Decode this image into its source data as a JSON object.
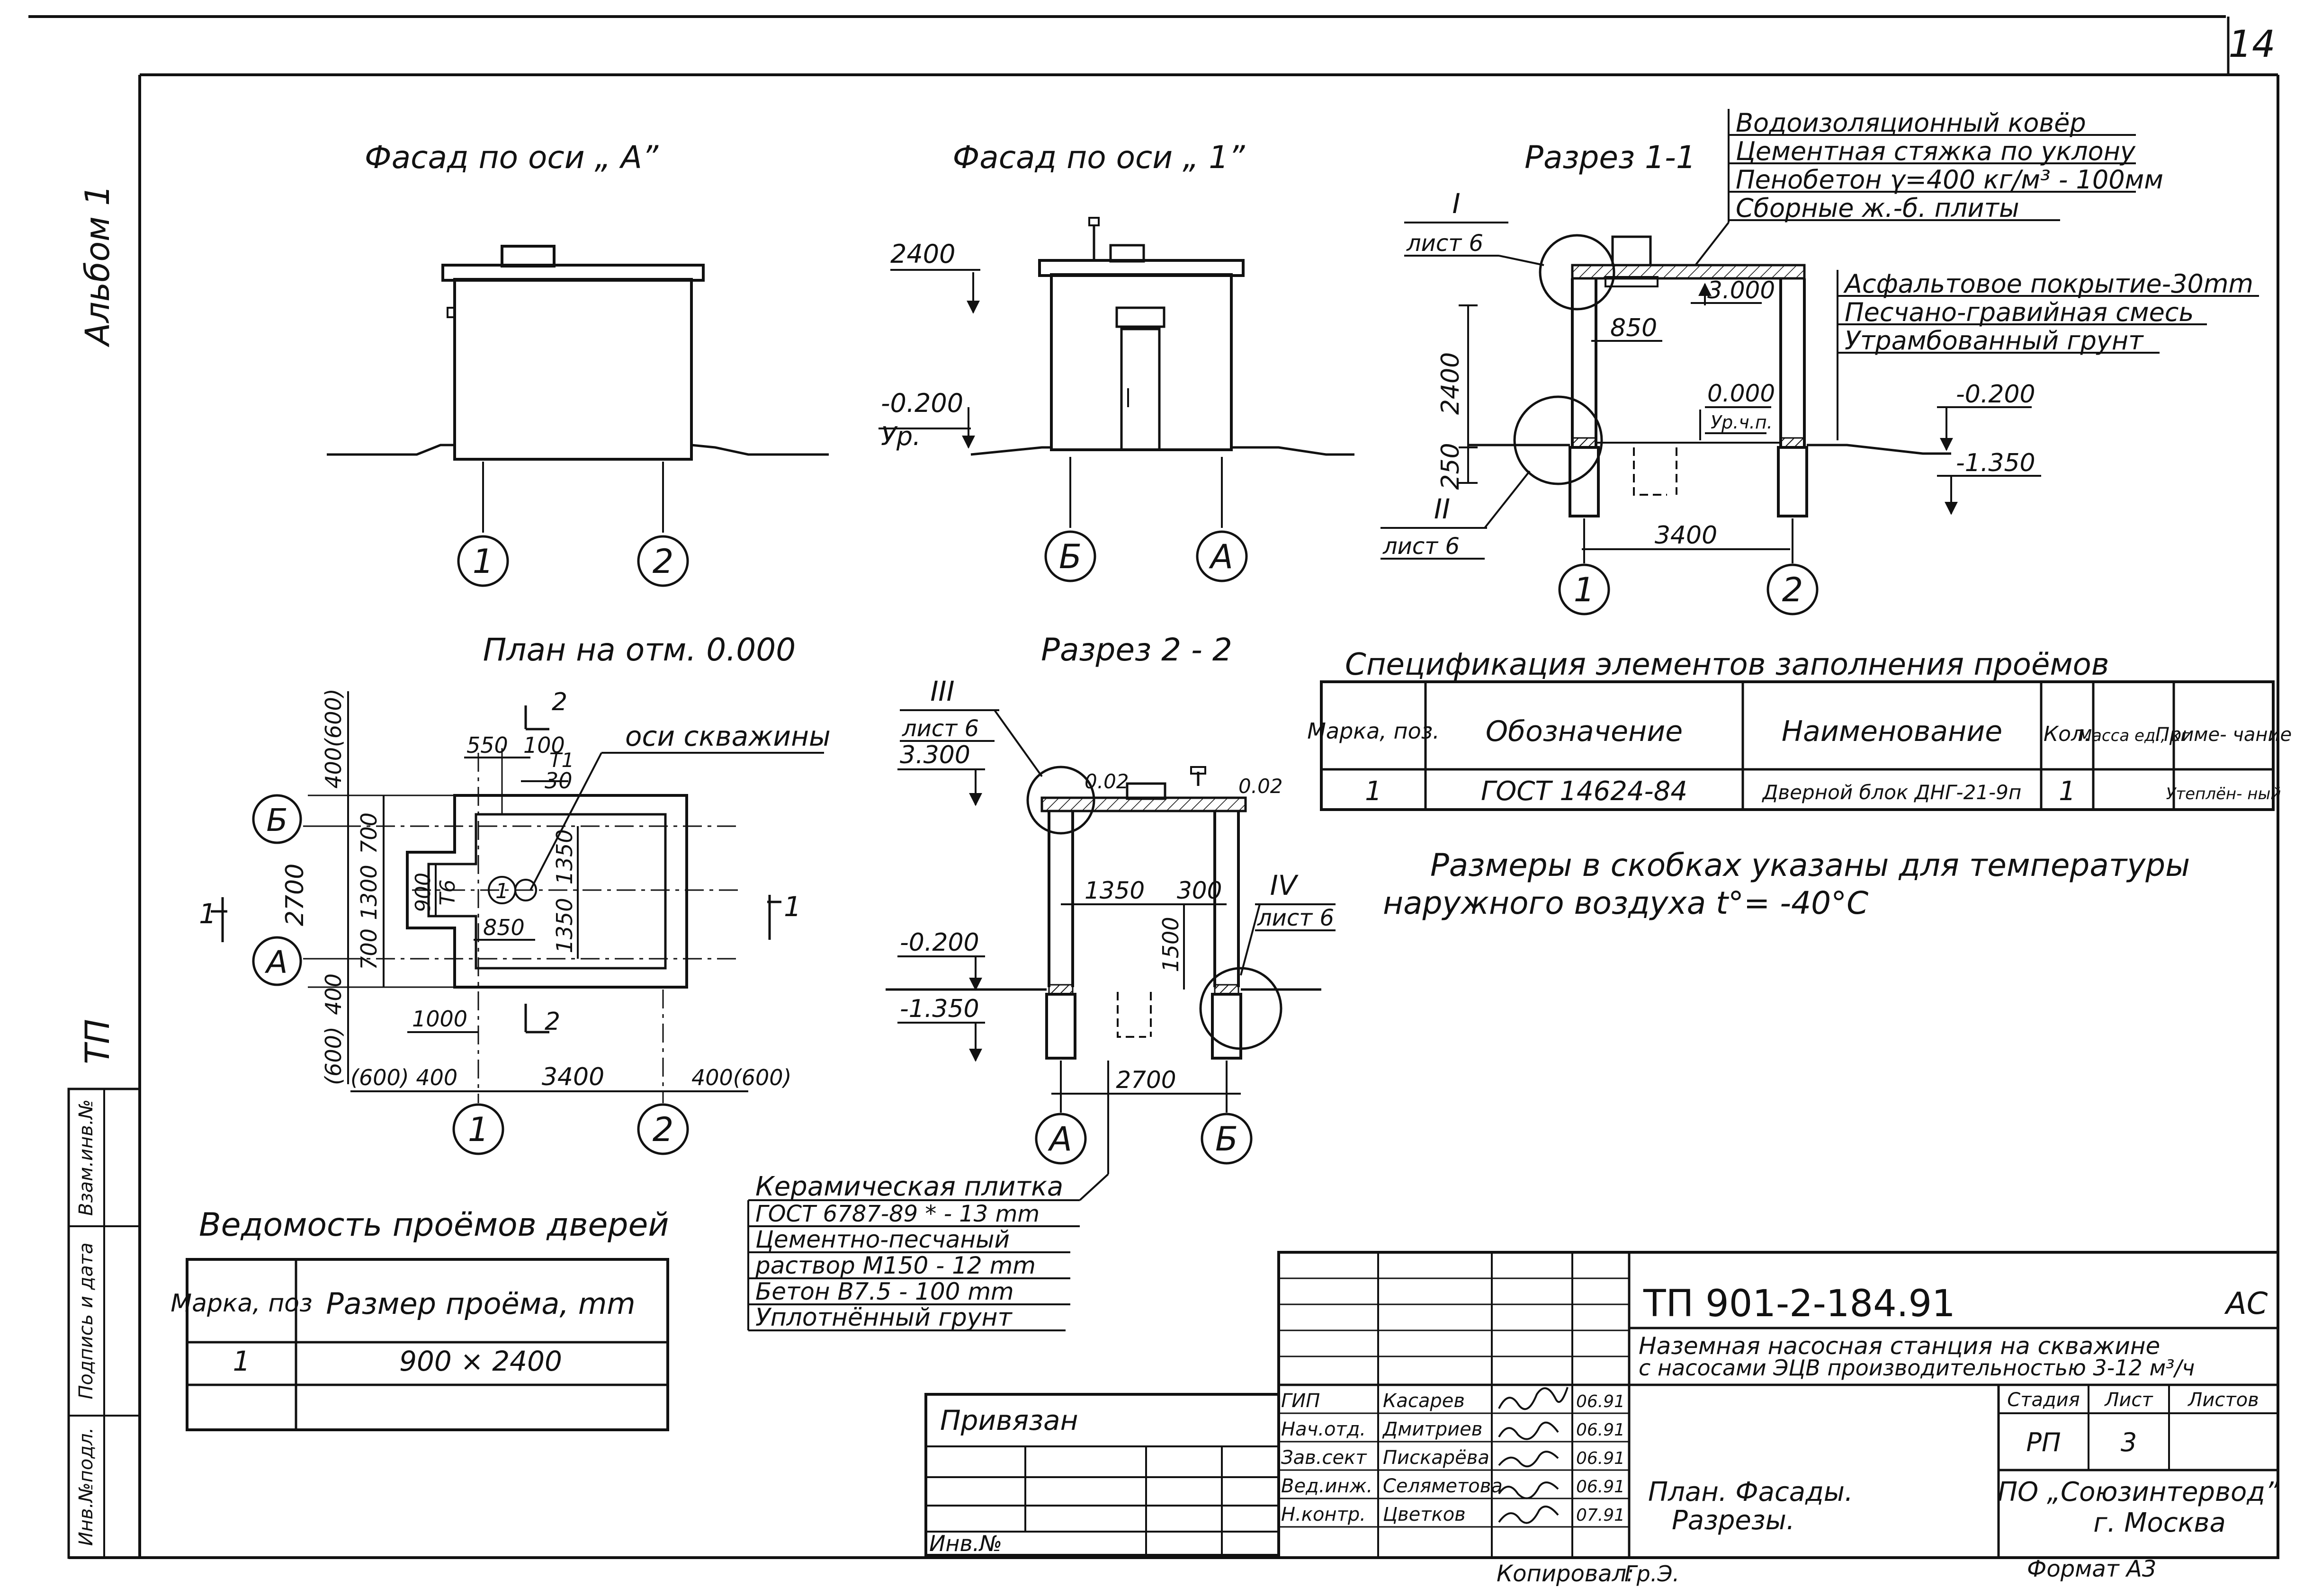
{
  "sheet_number": "14",
  "side_labels": {
    "album": "Альбом 1",
    "series": "ТП"
  },
  "side_stamp": [
    "Инв.№подл.",
    "Подпись и дата",
    "Взам.инв.№"
  ],
  "views": {
    "facade_a": {
      "title": "Фасад по оси „ А”",
      "axes": [
        "1",
        "2"
      ]
    },
    "facade_1": {
      "title": "Фасад по оси „ 1”",
      "dims": [
        "2400",
        "-0.200",
        "Ур."
      ],
      "axes": [
        "Б",
        "А"
      ]
    },
    "section_1_1": {
      "title": "Разрез 1-1",
      "roof_layers": [
        "Водоизоляционный ковёр",
        "Цементная стяжка по уклону",
        "Пенобетон  γ=400 кг/м³ - 100мм",
        "Сборные ж.-б. плиты"
      ],
      "ground_layers": [
        "Асфальтовое покрытие-30mm",
        "Песчано-гравийная смесь",
        "Утрамбованный грунт"
      ],
      "node_refs": [
        {
          "num": "I",
          "sheet": "лист 6"
        },
        {
          "num": "II",
          "sheet": "лист 6"
        }
      ],
      "dims": [
        "3.000",
        "850",
        "2400",
        "250",
        "0.000",
        "Ур.ч.п.",
        "-0.200",
        "-1.350",
        "3400"
      ],
      "axes": [
        "1",
        "2"
      ]
    },
    "plan": {
      "title": "План на отм. 0.000",
      "well_axes_label": "оси скважины",
      "section_marks": [
        "2",
        "1"
      ],
      "dims": [
        "400(600)",
        "550",
        "100",
        "Т1",
        "30",
        "700",
        "2700",
        "1300",
        "900",
        "Т6",
        "1350",
        "1350",
        "700",
        "850",
        "400",
        "1000",
        "(600)",
        "(600) 400",
        "3400",
        "400(600)"
      ],
      "center_axis": "1",
      "axes_rows": [
        "Б",
        "А"
      ],
      "axes": [
        "1",
        "2"
      ]
    },
    "section_2_2": {
      "title": "Разрез 2 - 2",
      "node_refs": [
        {
          "num": "III",
          "sheet": "лист 6"
        },
        {
          "num": "IV",
          "sheet": "лист 6"
        }
      ],
      "dims": [
        "3.300",
        "0.02",
        "0.02",
        "1350",
        "300",
        "1500",
        "-0.200",
        "-1.350",
        "2700"
      ],
      "axes": [
        "А",
        "Б"
      ],
      "floor_layers": [
        "Керамическая плитка",
        "ГОСТ 6787-89 * - 13 mm",
        "Цементно-песчаный",
        "раствор М150 - 12 mm",
        "Бетон В7.5  - 100 mm",
        "Уплотнённый грунт"
      ]
    }
  },
  "spec": {
    "title": "Спецификация элементов заполнения проёмов",
    "headers": [
      "Марка, поз.",
      "Обозначение",
      "Наименование",
      "Кол.",
      "Масса ед., кг",
      "Приме- чание"
    ],
    "rows": [
      [
        "1",
        "ГОСТ 14624-84",
        "Дверной блок ДНГ-21-9п",
        "1",
        "",
        "Утеплён- ный"
      ]
    ]
  },
  "note": [
    "Размеры в скобках указаны для температуры",
    "наружного  воздуха  t°= -40°С"
  ],
  "door_schedule": {
    "title": "Ведомость проёмов дверей",
    "headers": [
      "Марка, поз",
      "Размер проёма, mm"
    ],
    "rows": [
      [
        "1",
        "900 × 2400"
      ]
    ]
  },
  "binding": {
    "label": "Привязан",
    "inv_label": "Инв.№"
  },
  "title_block": {
    "code": "ТП  901-2-184.91",
    "mark": "АС",
    "project": [
      "Наземная насосная станция на скважине",
      "с насосами ЭЦВ производительностью 3-12 м³/ч"
    ],
    "staff": [
      {
        "role": "ГИП",
        "name": "Касарев",
        "date": "06.91"
      },
      {
        "role": "Нач.отд.",
        "name": "Дмитриев",
        "date": "06.91"
      },
      {
        "role": "Зав.сект",
        "name": "Пискарёва",
        "date": "06.91"
      },
      {
        "role": "Вед.инж.",
        "name": "Селяметова",
        "date": "06.91"
      },
      {
        "role": "Н.контр.",
        "name": "Цветков",
        "date": "07.91"
      }
    ],
    "stage_headers": [
      "Стадия",
      "Лист",
      "Листов"
    ],
    "stage": "РП",
    "sheet": "3",
    "sheet_title": [
      "План. Фасады.",
      "Разрезы."
    ],
    "org": [
      "ПО „Союзинтервод”",
      "г. Москва"
    ],
    "copied": "Копировал:",
    "copied_sign": "Гр.Э.",
    "format": "Формат А3"
  }
}
